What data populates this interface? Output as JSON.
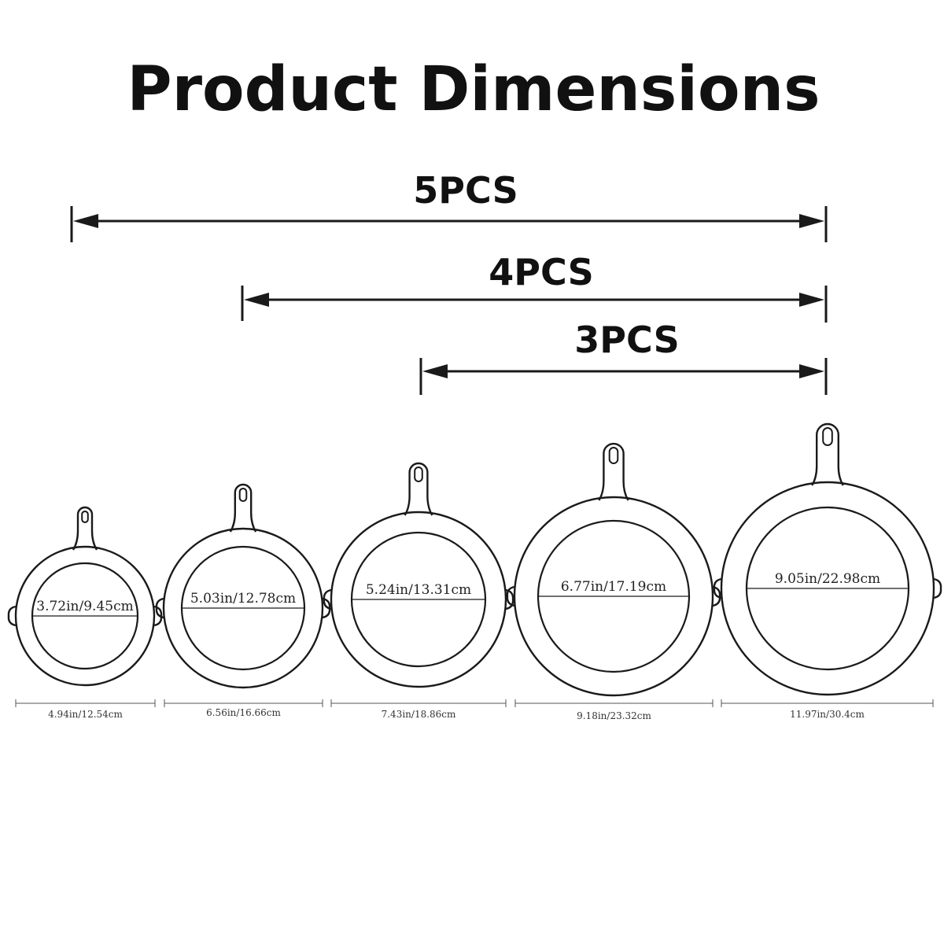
{
  "title": "Product Dimensions",
  "sets": [
    {
      "label": "5PCS",
      "from_pan": 0
    },
    {
      "label": "4PCS",
      "from_pan": 1
    },
    {
      "label": "3PCS",
      "from_pan": 2
    }
  ],
  "pans": [
    {
      "inner_label": "3.72in/9.45cm",
      "outer_label": "4.94in/12.54cm",
      "inner_in": 3.72,
      "outer_in": 4.94
    },
    {
      "inner_label": "5.03in/12.78cm",
      "outer_label": "6.56in/16.66cm",
      "inner_in": 5.03,
      "outer_in": 6.56
    },
    {
      "inner_label": "5.24in/13.31cm",
      "outer_label": "7.43in/18.86cm",
      "inner_in": 5.24,
      "outer_in": 7.43
    },
    {
      "inner_label": "6.77in/17.19cm",
      "outer_label": "9.18in/23.32cm",
      "inner_in": 6.77,
      "outer_in": 9.18
    },
    {
      "inner_label": "9.05in/22.98cm",
      "outer_label": "11.97in/30.4cm",
      "inner_in": 9.05,
      "outer_in": 11.97
    }
  ],
  "colors": {
    "line": "#1a1a1a",
    "text": "#111111",
    "background": "#ffffff"
  }
}
